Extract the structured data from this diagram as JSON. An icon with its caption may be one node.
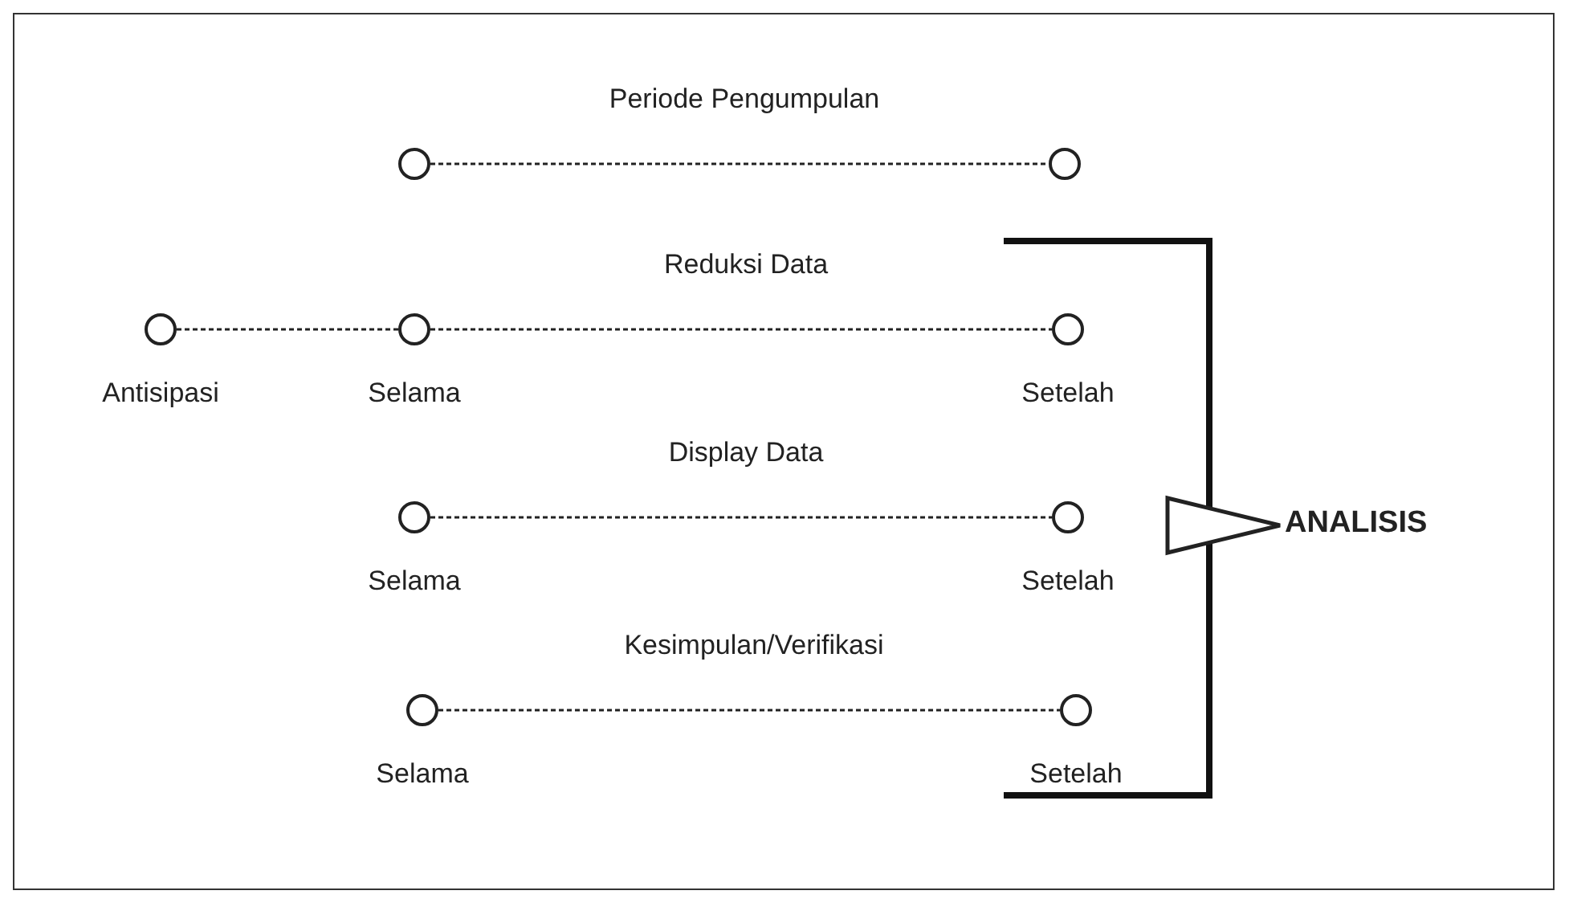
{
  "diagram": {
    "nodes": [
      {
        "text": [],
        "shape": "circle"
      },
      {
        "text": [],
        "shape": "circle"
      },
      {
        "text": [],
        "shape": "circle",
        "beside": [
          "Antisipasi"
        ]
      },
      {
        "text": [],
        "shape": "circle",
        "beside": [
          "Selama"
        ]
      },
      {
        "text": [],
        "shape": "circle",
        "beside": [
          "Setelah"
        ]
      },
      {
        "text": [],
        "shape": "circle",
        "beside": [
          "Selama"
        ]
      },
      {
        "text": [],
        "shape": "circle",
        "beside": [
          "Setelah"
        ]
      },
      {
        "text": [],
        "shape": "circle",
        "beside": [
          "Selama"
        ]
      },
      {
        "text": [],
        "shape": "circle",
        "beside": [
          "Setelah"
        ]
      },
      {
        "text": [
          "ANALISIS"
        ]
      }
    ],
    "edges": [
      {
        "from": 0,
        "to": 1,
        "arrow": "none",
        "label": "Periode Pengumpulan",
        "style": "dashed"
      },
      {
        "from": 2,
        "to": 3,
        "arrow": "none",
        "style": "dashed"
      },
      {
        "from": 3,
        "to": 4,
        "arrow": "none",
        "label": "Reduksi Data",
        "style": "dashed"
      },
      {
        "from": 5,
        "to": 6,
        "arrow": "none",
        "label": "Display Data",
        "style": "dashed"
      },
      {
        "from": 7,
        "to": 8,
        "arrow": "none",
        "label": "Kesimpulan/Verifikasi",
        "style": "dashed"
      },
      {
        "from": null,
        "to": 9,
        "arrow": "to"
      }
    ]
  }
}
